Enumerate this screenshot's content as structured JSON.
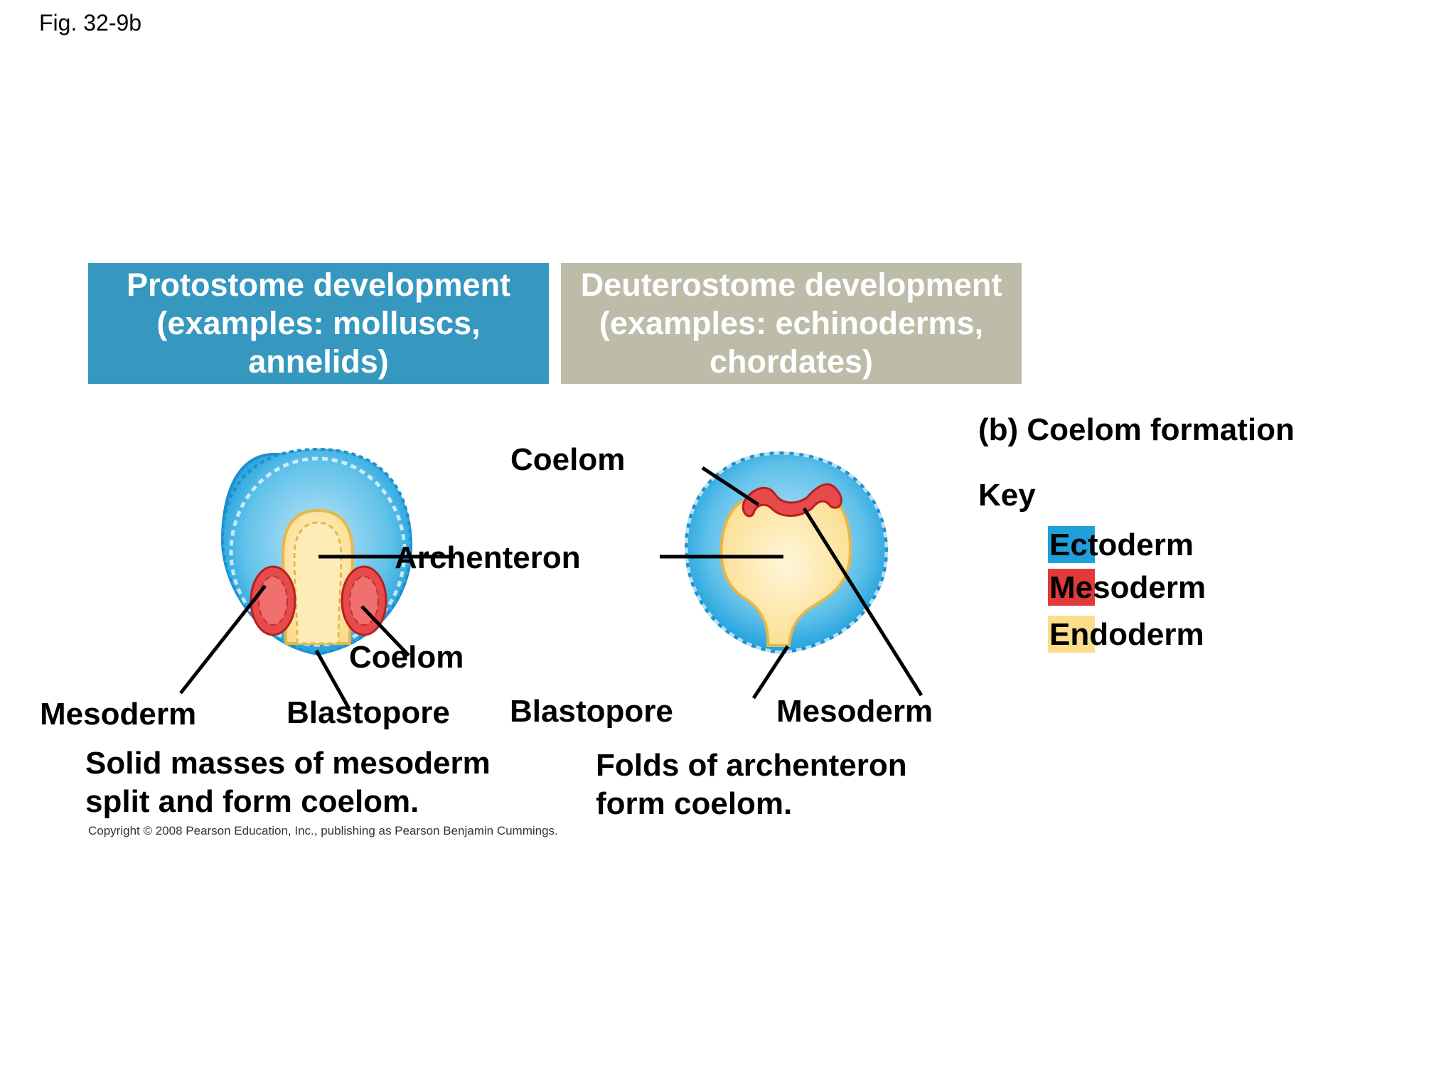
{
  "figure_label": "Fig. 32-9b",
  "headers": {
    "protostome": [
      "Protostome development",
      "(examples: molluscs,",
      "annelids)"
    ],
    "deuterostome": [
      "Deuterostome development",
      "(examples: echinoderms,",
      "chordates)"
    ]
  },
  "section_title": "(b) Coelom formation",
  "labels": {
    "coelom_top": "Coelom",
    "archenteron": "Archenteron",
    "coelom_proto": "Coelom",
    "mesoderm_proto": "Mesoderm",
    "blastopore_proto": "Blastopore",
    "blastopore_deut": "Blastopore",
    "mesoderm_deut": "Mesoderm"
  },
  "captions": {
    "protostome": [
      "Solid masses of mesoderm",
      "split and form coelom."
    ],
    "deuterostome": [
      "Folds of archenteron",
      "form coelom."
    ]
  },
  "key": {
    "title": "Key",
    "items": [
      {
        "label": "Ectoderm",
        "color": "#1fa0dc"
      },
      {
        "label": "Mesoderm",
        "color": "#e03a3a"
      },
      {
        "label": "Endoderm",
        "color": "#fbdd8c"
      }
    ]
  },
  "copyright": "Copyright © 2008 Pearson Education, Inc., publishing as Pearson Benjamin Cummings."
}
